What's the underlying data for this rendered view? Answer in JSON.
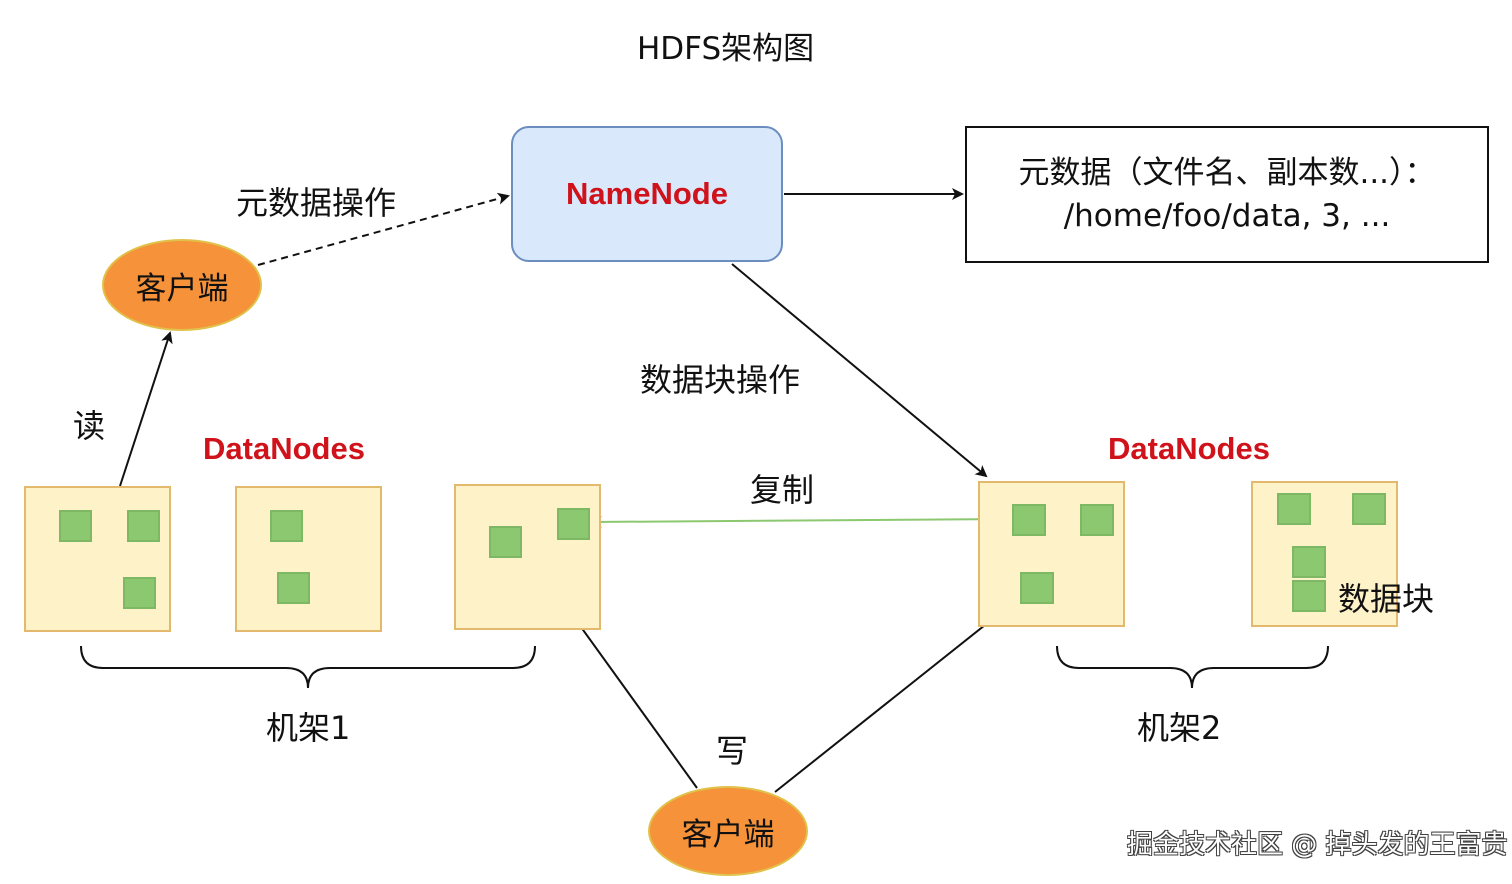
{
  "title": "HDFS架构图",
  "namenode": {
    "label": "NameNode"
  },
  "metadata": {
    "line1": "元数据（文件名、副本数...）：",
    "line2": "/home/foo/data, 3, ..."
  },
  "clients": {
    "top": "客户端",
    "bottom": "客户端"
  },
  "edge_labels": {
    "metadata_ops": "元数据操作",
    "block_ops": "数据块操作",
    "read": "读",
    "write": "写",
    "replicate": "复制"
  },
  "datanodes": {
    "rack1_title": "DataNodes",
    "rack2_title": "DataNodes"
  },
  "racks": {
    "rack1": "机架1",
    "rack2": "机架2"
  },
  "block_label": "数据块",
  "watermark": "掘金技术社区 @ 掉头发的王富贵",
  "colors": {
    "namenode_fill": "#dae8fc",
    "namenode_border": "#6c8ebf",
    "client_fill": "#f5923a",
    "datanode_fill": "#fdf2c8",
    "block_fill": "#8cc870",
    "replicate_line": "#8cc870",
    "accent_red": "#d0121b"
  }
}
